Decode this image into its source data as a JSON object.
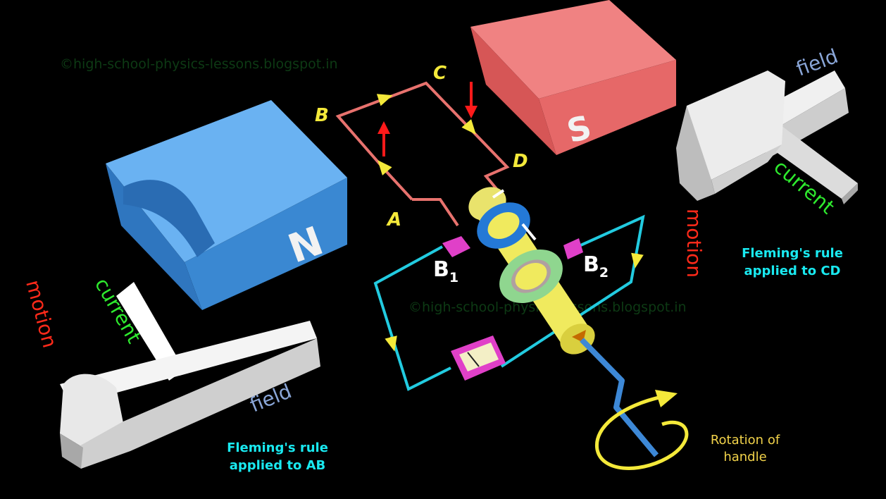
{
  "watermark": "©high-school-physics-lessons.blogspot.in",
  "magnets": {
    "north": "N",
    "south": "S"
  },
  "coil_labels": {
    "a": "A",
    "b": "B",
    "c": "C",
    "d": "D"
  },
  "brushes": {
    "b1_main": "B",
    "b1_sub": "1",
    "b2_main": "B",
    "b2_sub": "2"
  },
  "left_hand": {
    "motion": "motion",
    "current": "current",
    "field": "field"
  },
  "right_hand": {
    "motion": "motion",
    "current": "current",
    "field": "field"
  },
  "captions": {
    "ab_line1": "Fleming's rule",
    "ab_line2": "applied to AB",
    "cd_line1": "Fleming's rule",
    "cd_line2": "applied to CD",
    "rot_line1": "Rotation of",
    "rot_line2": "handle"
  },
  "colors": {
    "north": "#4a9be0",
    "south": "#e96f6f",
    "coil": "#e8726e",
    "circuit": "#22cbe0",
    "shaft": "#f0ea5e",
    "brush": "#e040c8",
    "arrow_red": "#ff1a1a",
    "label_yellow": "#f4e93a",
    "motion": "#ff2a1a",
    "current": "#2eea2e",
    "field": "#8aa6d8",
    "caption_cyan": "#19e9f0",
    "caption_gold": "#f1d24a"
  }
}
